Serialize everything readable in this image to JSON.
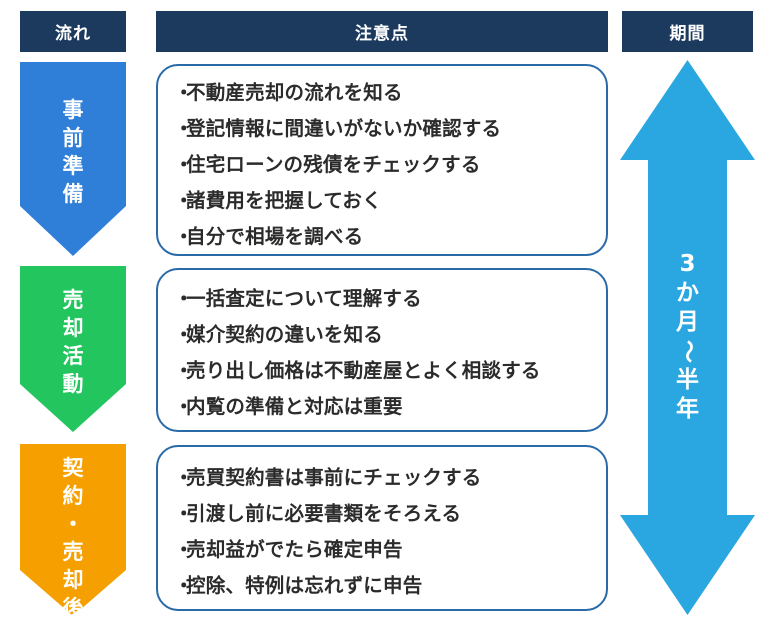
{
  "headers": {
    "flow": "流れ",
    "points": "注意点",
    "period": "期間"
  },
  "phases": [
    {
      "label": "事前準備",
      "color": "#2f7fd8",
      "items": [
        "不動産売却の流れを知る",
        "登記情報に間違いがないか確認する",
        "住宅ローンの残債をチェックする",
        "諸費用を把握しておく",
        "自分で相場を調べる"
      ]
    },
    {
      "label": "売却活動",
      "color": "#22c55e",
      "items": [
        "一括査定について理解する",
        "媒介契約の違いを知る",
        "売り出し価格は不動産屋とよく相談する",
        "内覧の準備と対応は重要"
      ]
    },
    {
      "label": "契約・売却後",
      "color": "#f5a000",
      "items": [
        "売買契約書は事前にチェックする",
        "引渡し前に必要書類をそろえる",
        "売却益がでたら確定申告",
        "控除、特例は忘れずに申告"
      ]
    }
  ],
  "period": {
    "label": "3か月～半年",
    "color": "#2aa6e0"
  },
  "colors": {
    "header_bg": "#1b3a5e",
    "box_border": "#2a6aa8"
  }
}
